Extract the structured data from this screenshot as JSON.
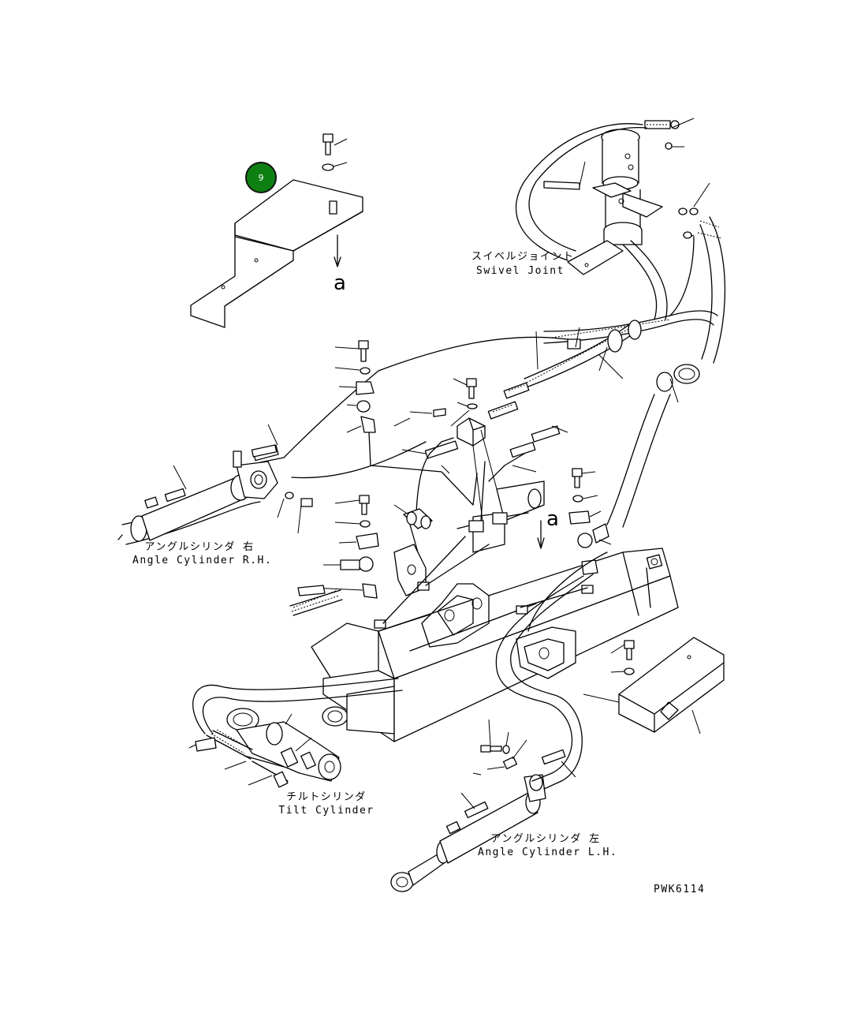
{
  "callout": {
    "number": "9",
    "color": "#0e7f12"
  },
  "view_marker_top": "a",
  "view_marker_mid": "a",
  "labels": {
    "swivel_joint_jp": "スイベルジョイント",
    "swivel_joint_en": "Swivel Joint",
    "angle_cyl_rh_jp": "アングルシリンダ 右",
    "angle_cyl_rh_en": "Angle Cylinder R.H.",
    "tilt_cyl_jp": "チルトシリンダ",
    "tilt_cyl_en": "Tilt Cylinder",
    "angle_cyl_lh_jp": "アングルシリンダ 左",
    "angle_cyl_lh_en": "Angle Cylinder L.H."
  },
  "drawing_code": "PWK6114"
}
